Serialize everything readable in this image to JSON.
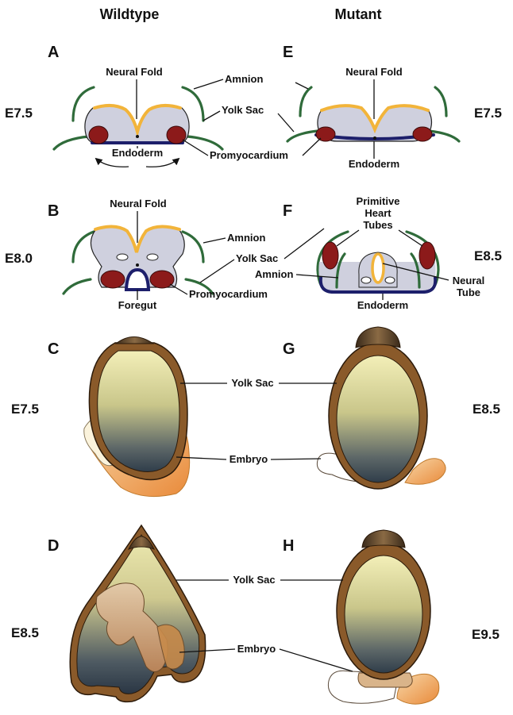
{
  "columns": {
    "left": "Wildtype",
    "right": "Mutant"
  },
  "panels": {
    "A": {
      "letter": "A",
      "stage": "E7.5",
      "labels": {
        "neural_fold": "Neural Fold",
        "amnion": "Amnion",
        "yolk_sac": "Yolk Sac",
        "endoderm": "Endoderm",
        "promyocardium": "Promyocardium"
      }
    },
    "B": {
      "letter": "B",
      "stage": "E8.0",
      "labels": {
        "neural_fold": "Neural Fold",
        "amnion": "Amnion",
        "yolk_sac": "Yolk Sac",
        "foregut": "Foregut",
        "promyocardium": "Promyocardium"
      }
    },
    "C": {
      "letter": "C",
      "stage": "E7.5"
    },
    "D": {
      "letter": "D",
      "stage": "E8.5"
    },
    "E": {
      "letter": "E",
      "stage": "E7.5",
      "labels": {
        "neural_fold": "Neural Fold",
        "endoderm": "Endoderm"
      }
    },
    "F": {
      "letter": "F",
      "stage": "E8.5",
      "labels": {
        "primitive": "Primitive",
        "heart": "Heart",
        "tubes": "Tubes",
        "amnion": "Amnion",
        "neural": "Neural",
        "tube": "Tube",
        "endoderm": "Endoderm"
      }
    },
    "G": {
      "letter": "G",
      "stage": "E8.5"
    },
    "H": {
      "letter": "H",
      "stage": "E9.5"
    }
  },
  "shared_labels": {
    "yolk_sac_cg": "Yolk Sac",
    "embryo_cg": "Embryo",
    "yolk_sac_dh": "Yolk Sac",
    "embryo_dh": "Embryo"
  }
}
